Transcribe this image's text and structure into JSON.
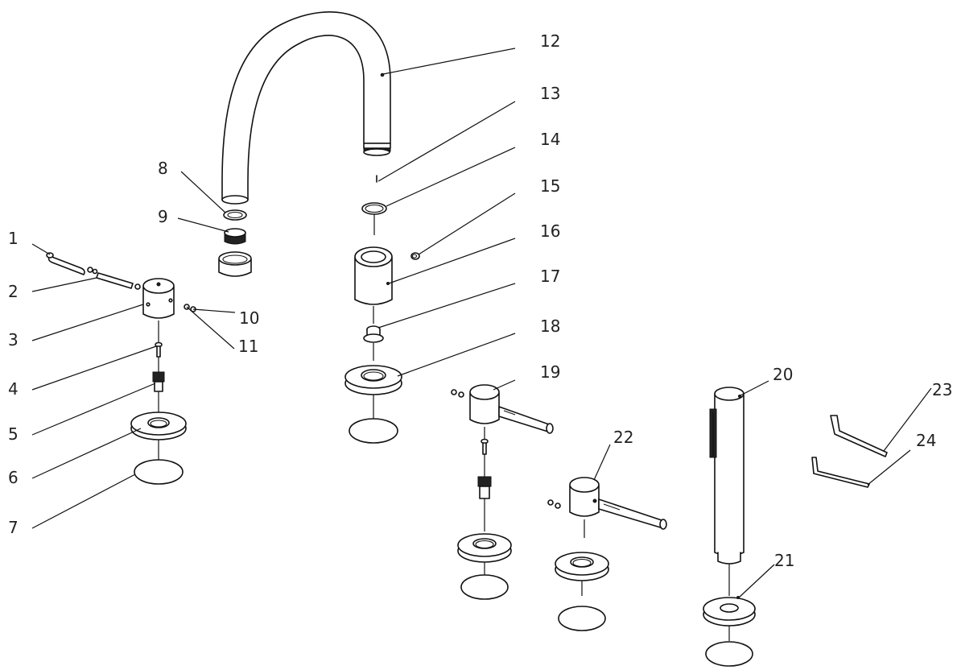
{
  "diagram": {
    "type": "exploded-parts-view",
    "line_color": "#111111",
    "background": "#ffffff",
    "part_labels": [
      "1",
      "2",
      "3",
      "4",
      "5",
      "6",
      "7",
      "8",
      "9",
      "10",
      "11",
      "12",
      "13",
      "14",
      "15",
      "16",
      "17",
      "18",
      "19",
      "20",
      "21",
      "22",
      "23",
      "24"
    ]
  }
}
